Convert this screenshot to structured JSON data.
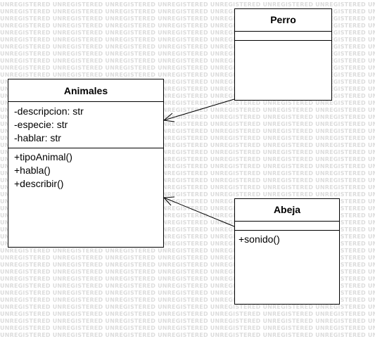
{
  "watermark": {
    "text": "UNREGISTERED",
    "color": "#dcdcdc"
  },
  "classes": {
    "animales": {
      "name": "Animales",
      "attributes": [
        "-descripcion: str",
        "-especie: str",
        "-hablar: str"
      ],
      "methods": [
        "+tipoAnimal()",
        "+habla()",
        "+describir()"
      ]
    },
    "perro": {
      "name": "Perro",
      "attributes": [],
      "methods": []
    },
    "abeja": {
      "name": "Abeja",
      "attributes": [],
      "methods": [
        "+sonido()"
      ]
    }
  },
  "relations": [
    {
      "type": "association",
      "from": "Perro",
      "to": "Animales",
      "arrow": "open"
    },
    {
      "type": "association",
      "from": "Abeja",
      "to": "Animales",
      "arrow": "open"
    }
  ],
  "colors": {
    "line": "#000000",
    "box_fill": "#ffffff"
  }
}
